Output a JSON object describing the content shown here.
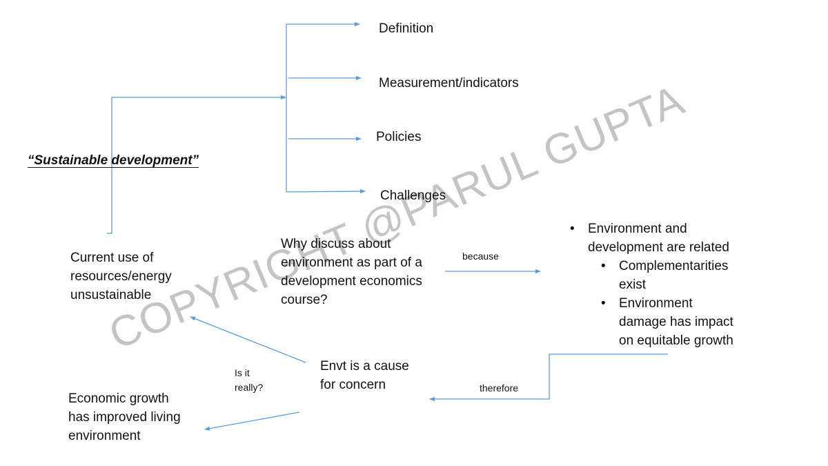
{
  "watermark": "COPYRIGHT @PARUL GUPTA",
  "line_color": "#5b9bd5",
  "title": "“Sustainable  development”",
  "branches": [
    "Definition",
    "Measurement/indicators",
    "Policies",
    "Challenges"
  ],
  "current_use": [
    "Current use of",
    "resources/energy",
    "unsustainable"
  ],
  "why": [
    "Why discuss about",
    "environment as part of a",
    "development economics",
    "course?"
  ],
  "because": "because",
  "bullets": {
    "main": [
      "Environment and",
      "development are related"
    ],
    "sub": [
      [
        "Complementarities",
        "exist"
      ],
      [
        "Environment",
        "damage has impact",
        "on equitable growth"
      ]
    ]
  },
  "therefore": "therefore",
  "envt": [
    "Envt is a cause",
    "for concern"
  ],
  "is_it": [
    "Is it",
    "really?"
  ],
  "growth": [
    "Economic growth",
    "has improved living",
    "environment"
  ]
}
